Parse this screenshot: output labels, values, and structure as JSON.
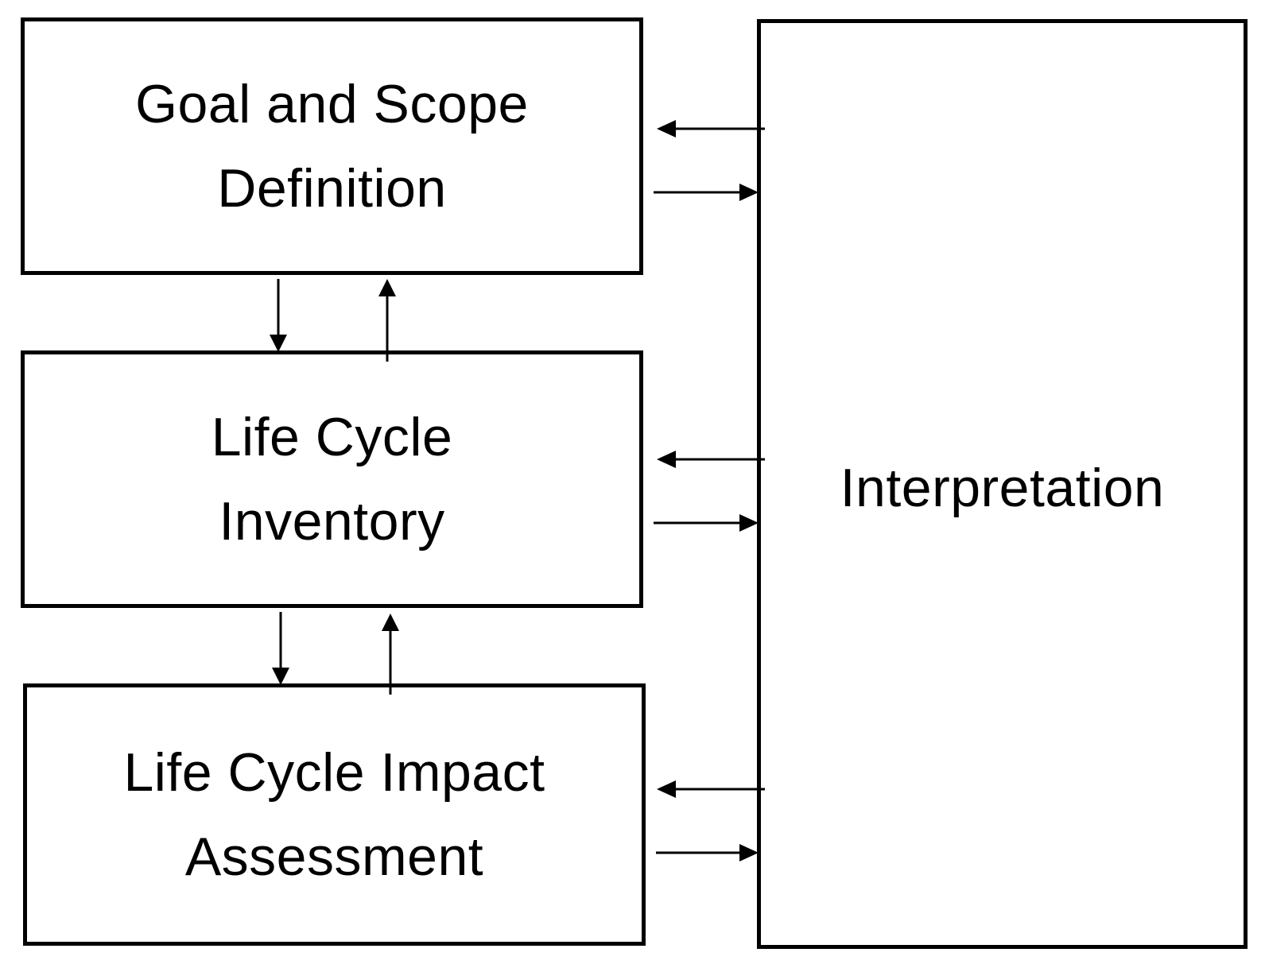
{
  "boxes": {
    "goal": {
      "line1": "Goal and Scope",
      "line2": "Definition"
    },
    "lci": {
      "line1": "Life Cycle",
      "line2": "Inventory"
    },
    "lcia": {
      "line1": "Life Cycle Impact",
      "line2": "Assessment"
    },
    "interpretation": {
      "label": "Interpretation"
    }
  },
  "edges": [
    {
      "from": "goal",
      "to": "lci"
    },
    {
      "from": "lci",
      "to": "goal"
    },
    {
      "from": "lci",
      "to": "lcia"
    },
    {
      "from": "lcia",
      "to": "lci"
    },
    {
      "from": "goal",
      "to": "interpretation"
    },
    {
      "from": "interpretation",
      "to": "goal"
    },
    {
      "from": "lci",
      "to": "interpretation"
    },
    {
      "from": "interpretation",
      "to": "lci"
    },
    {
      "from": "lcia",
      "to": "interpretation"
    },
    {
      "from": "interpretation",
      "to": "lcia"
    }
  ],
  "colors": {
    "stroke": "#000000",
    "background": "#ffffff"
  }
}
